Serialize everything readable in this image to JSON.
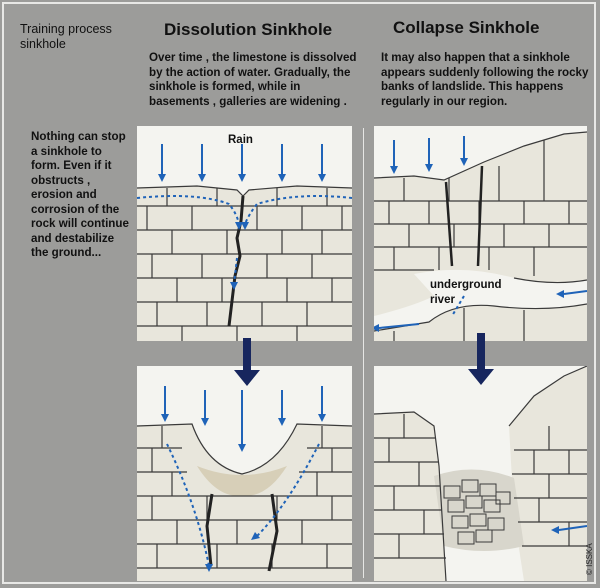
{
  "title": "Training process sinkhole",
  "dissolution": {
    "heading": "Dissolution Sinkhole",
    "description": "Over time , the limestone is dissolved by the action of water. Gradually, the sinkhole is formed, while in basements , galleries are widening .",
    "rain_label": "Rain"
  },
  "collapse": {
    "heading": "Collapse Sinkhole",
    "description": "It may also happen that a sinkhole appears suddenly following the rocky banks of landslide. This happens regularly in our region.",
    "river_label_line1": "underground",
    "river_label_line2": "river"
  },
  "side_note": "Nothing can stop a sinkhole to form. Even if it obstructs , erosion and corrosion of the rock will continue and destabilize the ground...",
  "credit": "© ISSKA",
  "colors": {
    "water": "#1f63b8",
    "arrow_dark": "#17265e",
    "rock": "#e8e6dc",
    "rock_line": "#3a3a3a",
    "sky": "#f4f4f0"
  }
}
